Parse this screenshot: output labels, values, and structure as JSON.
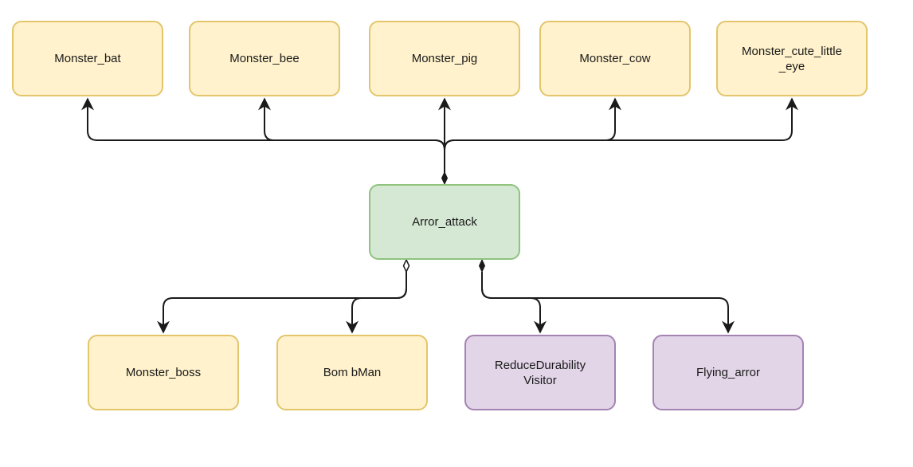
{
  "diagram": {
    "nodes": {
      "monster_bat": "Monster_bat",
      "monster_bee": "Monster_bee",
      "monster_pig": "Monster_pig",
      "monster_cow": "Monster_cow",
      "monster_cute_little_eye": "Monster_cute_little\n_eye",
      "arror_attack": "Arror_attack",
      "monster_boss": "Monster_boss",
      "bombman": "Bom bMan",
      "reduce_durability_visitor": "ReduceDurability\nVisitor",
      "flying_arror": "Flying_arror"
    },
    "node_colors": {
      "yellow_fill": "#fff2cc",
      "yellow_stroke": "#e3c56b",
      "green_fill": "#d5e8d4",
      "green_stroke": "#8fc37e",
      "purple_fill": "#e1d5e7",
      "purple_stroke": "#a583b3"
    },
    "edges": [
      {
        "from": "arror_attack",
        "to": "monster_bat",
        "end": "arrow",
        "start": "filled-diamond"
      },
      {
        "from": "arror_attack",
        "to": "monster_bee",
        "end": "arrow",
        "start": "filled-diamond"
      },
      {
        "from": "arror_attack",
        "to": "monster_pig",
        "end": "arrow",
        "start": "filled-diamond"
      },
      {
        "from": "arror_attack",
        "to": "monster_cow",
        "end": "arrow",
        "start": "filled-diamond"
      },
      {
        "from": "arror_attack",
        "to": "monster_cute_little_eye",
        "end": "arrow",
        "start": "filled-diamond"
      },
      {
        "from": "arror_attack",
        "to": "monster_boss",
        "end": "arrow",
        "start": "hollow-diamond"
      },
      {
        "from": "arror_attack",
        "to": "bombman",
        "end": "arrow",
        "start": "hollow-diamond"
      },
      {
        "from": "arror_attack",
        "to": "reduce_durability_visitor",
        "end": "arrow",
        "start": "filled-diamond"
      },
      {
        "from": "arror_attack",
        "to": "flying_arror",
        "end": "arrow",
        "start": "filled-diamond"
      }
    ]
  }
}
